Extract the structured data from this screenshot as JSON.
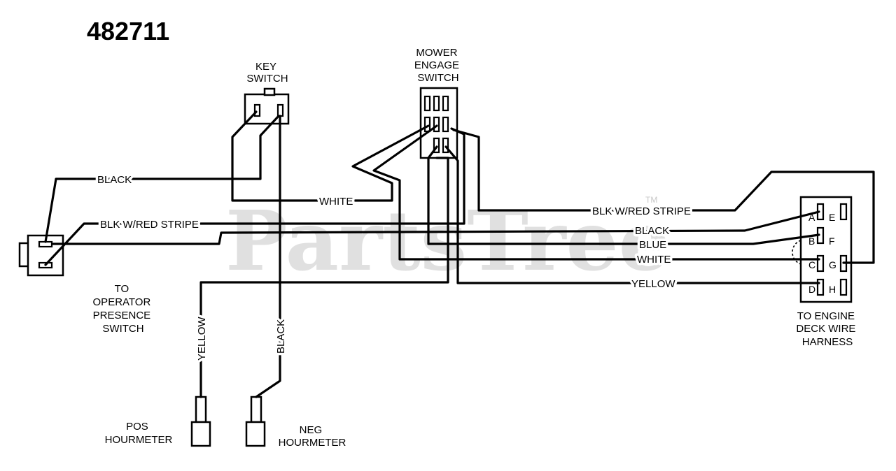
{
  "part_number": "482711",
  "watermark": "PartsTree",
  "watermark_tm": "TM",
  "components": {
    "key_switch": [
      "KEY",
      "SWITCH"
    ],
    "mower_engage_switch": [
      "MOWER",
      "ENGAGE",
      "SWITCH"
    ],
    "operator_presence": [
      "TO",
      "OPERATOR",
      "PRESENCE",
      "SWITCH"
    ],
    "engine_harness": [
      "TO ENGINE",
      "DECK WIRE",
      "HARNESS"
    ],
    "pos_hourmeter": [
      "POS",
      "HOURMETER"
    ],
    "neg_hourmeter": [
      "NEG",
      "HOURMETER"
    ]
  },
  "wire_labels": {
    "black_left": "BLACK",
    "blk_red_left": "BLK W/RED STRIPE",
    "white_mid": "WHITE",
    "blk_red_right": "BLK W/RED STRIPE",
    "black_right": "BLACK",
    "blue_right": "BLUE",
    "white_right": "WHITE",
    "yellow_right": "YELLOW",
    "yellow_vertical": "YELLOW",
    "black_vertical": "BLACK"
  },
  "harness_pins": [
    "A",
    "B",
    "C",
    "D",
    "E",
    "F",
    "G",
    "H"
  ]
}
